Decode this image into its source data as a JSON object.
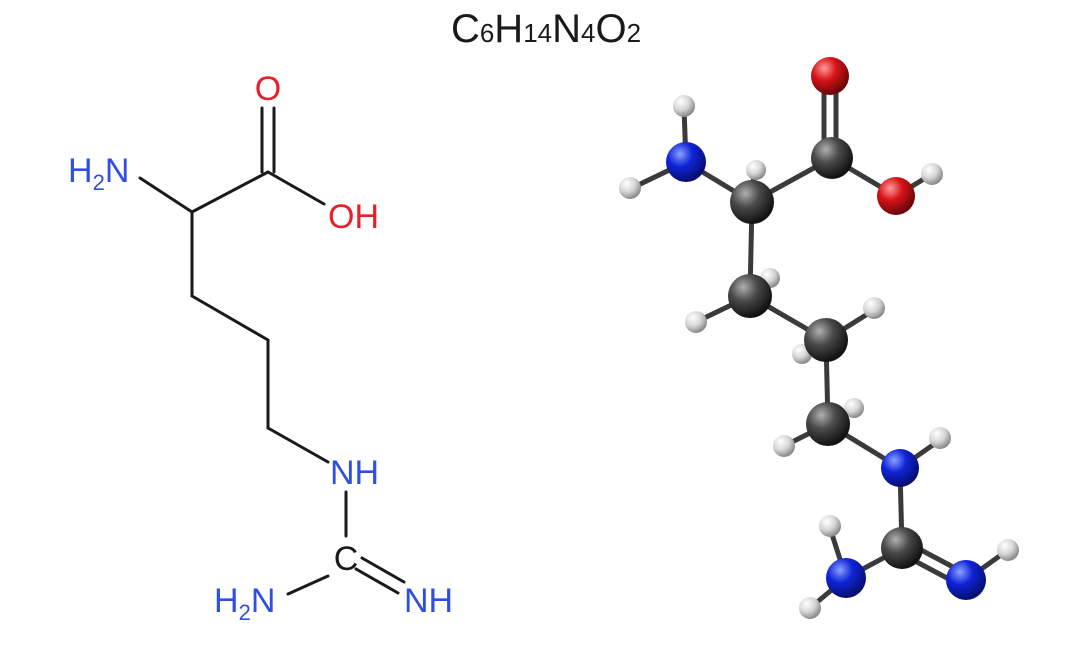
{
  "formula": {
    "parts": [
      {
        "text": "C",
        "sub": false
      },
      {
        "text": "6",
        "sub": true
      },
      {
        "text": "H",
        "sub": false
      },
      {
        "text": "14",
        "sub": true
      },
      {
        "text": "N",
        "sub": false
      },
      {
        "text": "4",
        "sub": true
      },
      {
        "text": "O",
        "sub": false
      },
      {
        "text": "2",
        "sub": true
      }
    ]
  },
  "structural": {
    "labels": {
      "oxygen_top": "O",
      "oh": "OH",
      "amine_h": "H",
      "amine_sub": "2",
      "amine_n": "N",
      "imino_nh": "NH",
      "guanidine_c": "C",
      "terminal_h": "H",
      "terminal_sub": "2",
      "terminal_n": "N",
      "terminal_nh": "NH"
    }
  },
  "ball_and_stick": {
    "colors": {
      "carbon": "#3c3c3c",
      "nitrogen": "#1024d8",
      "oxygen": "#d81418",
      "hydrogen": "#d6d6d6",
      "bond": "#3a3a3a"
    }
  }
}
